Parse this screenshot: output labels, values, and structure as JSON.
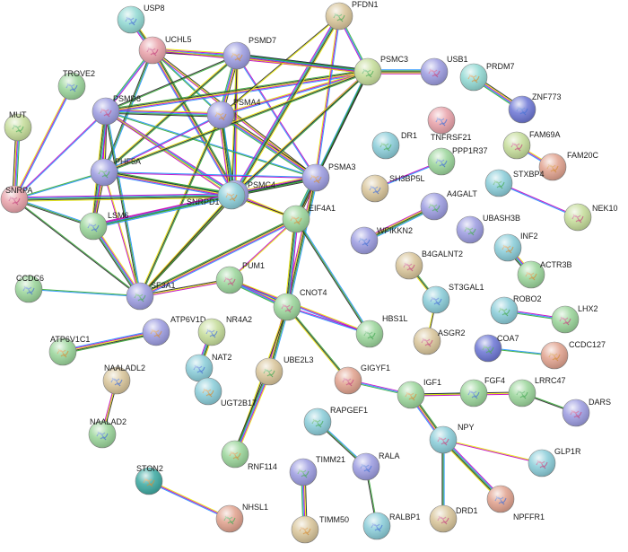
{
  "edge_colors": [
    "#e8e800",
    "#c000c0",
    "#2090ff",
    "#33aa33",
    "#222222"
  ],
  "node_colors": {
    "cyan": "#8fd8d2",
    "pink": "#e8a0a8",
    "blue": "#9a9ae0",
    "tan": "#d8c498",
    "lime": "#c4dc98",
    "green": "#98d498",
    "teal": "#88ccd8",
    "salmon": "#e0a08c",
    "darkblue": "#6a74d4",
    "darkteal": "#3aa8a0"
  },
  "nodes": [
    {
      "id": "USP8",
      "color": "cyan"
    },
    {
      "id": "PFDN1",
      "color": "tan"
    },
    {
      "id": "UCHL5",
      "color": "pink"
    },
    {
      "id": "PSMD7",
      "color": "blue"
    },
    {
      "id": "TROVE2",
      "color": "green"
    },
    {
      "id": "PSMC3",
      "color": "lime"
    },
    {
      "id": "USB1",
      "color": "blue"
    },
    {
      "id": "PRDM7",
      "color": "cyan"
    },
    {
      "id": "ZNF773",
      "color": "darkblue"
    },
    {
      "id": "MUT",
      "color": "lime"
    },
    {
      "id": "PSMD8",
      "color": "blue"
    },
    {
      "id": "PSMA4",
      "color": "blue"
    },
    {
      "id": "TNFRSF21",
      "color": "pink"
    },
    {
      "id": "DR1",
      "color": "teal"
    },
    {
      "id": "FAM69A",
      "color": "lime"
    },
    {
      "id": "FAM20C",
      "color": "salmon"
    },
    {
      "id": "PPP1R37",
      "color": "green"
    },
    {
      "id": "PHF5A",
      "color": "blue"
    },
    {
      "id": "PSMC4",
      "color": "blue"
    },
    {
      "id": "PSMA3",
      "color": "blue"
    },
    {
      "id": "SH3BP5L",
      "color": "tan"
    },
    {
      "id": "STXBP4",
      "color": "teal"
    },
    {
      "id": "SNRPA",
      "color": "pink"
    },
    {
      "id": "SNRPD1",
      "color": "teal"
    },
    {
      "id": "LSM6",
      "color": "green"
    },
    {
      "id": "A4GALT",
      "color": "blue"
    },
    {
      "id": "NEK10",
      "color": "lime"
    },
    {
      "id": "EIF4A1",
      "color": "green"
    },
    {
      "id": "WFIKKN2",
      "color": "blue"
    },
    {
      "id": "UBASH3B",
      "color": "blue"
    },
    {
      "id": "B4GALNT2",
      "color": "tan"
    },
    {
      "id": "INF2",
      "color": "teal"
    },
    {
      "id": "CCDC6",
      "color": "green"
    },
    {
      "id": "SF3A1",
      "color": "blue"
    },
    {
      "id": "PUM1",
      "color": "green"
    },
    {
      "id": "ACTR3B",
      "color": "green"
    },
    {
      "id": "ST3GAL1",
      "color": "teal"
    },
    {
      "id": "ROBO2",
      "color": "teal"
    },
    {
      "id": "CNOT4",
      "color": "green"
    },
    {
      "id": "ATP6V1D",
      "color": "blue"
    },
    {
      "id": "NR4A2",
      "color": "lime"
    },
    {
      "id": "HBS1L",
      "color": "green"
    },
    {
      "id": "LHX2",
      "color": "green"
    },
    {
      "id": "ATP6V1C1",
      "color": "green"
    },
    {
      "id": "NAT2",
      "color": "teal"
    },
    {
      "id": "COA7",
      "color": "darkblue"
    },
    {
      "id": "ASGR2",
      "color": "tan"
    },
    {
      "id": "CCDC127",
      "color": "salmon"
    },
    {
      "id": "NAALADL2",
      "color": "tan"
    },
    {
      "id": "UBE2L3",
      "color": "tan"
    },
    {
      "id": "GIGYF1",
      "color": "salmon"
    },
    {
      "id": "IGF1",
      "color": "green"
    },
    {
      "id": "FGF4",
      "color": "green"
    },
    {
      "id": "LRRC47",
      "color": "green"
    },
    {
      "id": "DARS",
      "color": "blue"
    },
    {
      "id": "UGT2B17",
      "color": "teal"
    },
    {
      "id": "NAALAD2",
      "color": "green"
    },
    {
      "id": "RAPGEF1",
      "color": "teal"
    },
    {
      "id": "NPY",
      "color": "teal"
    },
    {
      "id": "RNF114",
      "color": "green"
    },
    {
      "id": "RALA",
      "color": "blue"
    },
    {
      "id": "TIMM21",
      "color": "blue"
    },
    {
      "id": "GLP1R",
      "color": "teal"
    },
    {
      "id": "STON2",
      "color": "darkteal"
    },
    {
      "id": "NPFFR1",
      "color": "salmon"
    },
    {
      "id": "NHSL1",
      "color": "salmon"
    },
    {
      "id": "DRD1",
      "color": "tan"
    },
    {
      "id": "TIMM50",
      "color": "tan"
    },
    {
      "id": "RALBP1",
      "color": "teal"
    }
  ],
  "edges": [
    [
      "UCHL5",
      "PSMD7"
    ],
    [
      "UCHL5",
      "PSMD8"
    ],
    [
      "UCHL5",
      "PSMA4"
    ],
    [
      "UCHL5",
      "PSMC4"
    ],
    [
      "UCHL5",
      "PSMA3"
    ],
    [
      "UCHL5",
      "PSMC3"
    ],
    [
      "UCHL5",
      "USP8"
    ],
    [
      "UCHL5",
      "PHF5A"
    ],
    [
      "PSMD7",
      "PSMD8"
    ],
    [
      "PSMD7",
      "PSMA4"
    ],
    [
      "PSMD7",
      "PSMC4"
    ],
    [
      "PSMD7",
      "PSMA3"
    ],
    [
      "PSMD7",
      "PSMC3"
    ],
    [
      "PSMD7",
      "PHF5A"
    ],
    [
      "PSMD7",
      "SNRPD1"
    ],
    [
      "PSMD8",
      "PSMA4"
    ],
    [
      "PSMD8",
      "PSMC4"
    ],
    [
      "PSMD8",
      "PSMA3"
    ],
    [
      "PSMD8",
      "PSMC3"
    ],
    [
      "PSMD8",
      "PHF5A"
    ],
    [
      "PSMD8",
      "SNRPD1"
    ],
    [
      "PSMD8",
      "LSM6"
    ],
    [
      "PSMD8",
      "SF3A1"
    ],
    [
      "PSMA4",
      "PSMC4"
    ],
    [
      "PSMA4",
      "PSMA3"
    ],
    [
      "PSMA4",
      "PSMC3"
    ],
    [
      "PSMA4",
      "PHF5A"
    ],
    [
      "PSMA4",
      "SNRPD1"
    ],
    [
      "PSMA4",
      "SF3A1"
    ],
    [
      "PSMA4",
      "PFDN1"
    ],
    [
      "PSMC4",
      "PSMA3"
    ],
    [
      "PSMC4",
      "PSMC3"
    ],
    [
      "PSMC4",
      "PHF5A"
    ],
    [
      "PSMC4",
      "SNRPD1"
    ],
    [
      "PSMC4",
      "SF3A1"
    ],
    [
      "PSMC4",
      "EIF4A1"
    ],
    [
      "PSMC4",
      "PFDN1"
    ],
    [
      "PSMA3",
      "PSMC3"
    ],
    [
      "PSMA3",
      "SNRPD1"
    ],
    [
      "PSMA3",
      "EIF4A1"
    ],
    [
      "PSMA3",
      "PFDN1"
    ],
    [
      "PSMA3",
      "PHF5A"
    ],
    [
      "PSMA3",
      "CNOT4"
    ],
    [
      "PSMC3",
      "PHF5A"
    ],
    [
      "PSMC3",
      "SNRPD1"
    ],
    [
      "PSMC3",
      "PSMD7"
    ],
    [
      "PSMC3",
      "PFDN1"
    ],
    [
      "PHF5A",
      "SNRPA"
    ],
    [
      "PHF5A",
      "SNRPD1"
    ],
    [
      "PHF5A",
      "LSM6"
    ],
    [
      "PHF5A",
      "SF3A1"
    ],
    [
      "SNRPA",
      "SNRPD1"
    ],
    [
      "SNRPA",
      "LSM6"
    ],
    [
      "SNRPA",
      "SF3A1"
    ],
    [
      "SNRPA",
      "MUT"
    ],
    [
      "SNRPA",
      "TROVE2"
    ],
    [
      "SNRPA",
      "PSMD8"
    ],
    [
      "SNRPD1",
      "LSM6"
    ],
    [
      "SNRPD1",
      "SF3A1"
    ],
    [
      "SNRPD1",
      "EIF4A1"
    ],
    [
      "LSM6",
      "SF3A1"
    ],
    [
      "LSM6",
      "PSMC4"
    ],
    [
      "SF3A1",
      "CCDC6"
    ],
    [
      "SF3A1",
      "EIF4A1"
    ],
    [
      "SF3A1",
      "PUM1"
    ],
    [
      "EIF4A1",
      "PUM1"
    ],
    [
      "EIF4A1",
      "CNOT4"
    ],
    [
      "EIF4A1",
      "HBS1L"
    ],
    [
      "EIF4A1",
      "PSMC3"
    ],
    [
      "PUM1",
      "CNOT4"
    ],
    [
      "PUM1",
      "HBS1L"
    ],
    [
      "CNOT4",
      "HBS1L"
    ],
    [
      "CNOT4",
      "UBE2L3"
    ],
    [
      "CNOT4",
      "GIGYF1"
    ],
    [
      "CNOT4",
      "RNF114"
    ],
    [
      "UBE2L3",
      "RNF114"
    ],
    [
      "GIGYF1",
      "IGF1"
    ],
    [
      "IGF1",
      "FGF4"
    ],
    [
      "IGF1",
      "NPY"
    ],
    [
      "IGF1",
      "LRRC47"
    ],
    [
      "NPY",
      "GLP1R"
    ],
    [
      "NPY",
      "NPFFR1"
    ],
    [
      "NPY",
      "DRD1"
    ],
    [
      "LRRC47",
      "DARS"
    ],
    [
      "PRDM7",
      "ZNF773"
    ],
    [
      "FAM69A",
      "FAM20C"
    ],
    [
      "STXBP4",
      "NEK10"
    ],
    [
      "A4GALT",
      "WFIKKN2"
    ],
    [
      "B4GALNT2",
      "ST3GAL1"
    ],
    [
      "ST3GAL1",
      "ASGR2"
    ],
    [
      "INF2",
      "ACTR3B"
    ],
    [
      "ROBO2",
      "LHX2"
    ],
    [
      "COA7",
      "CCDC127"
    ],
    [
      "ATP6V1D",
      "ATP6V1C1"
    ],
    [
      "NAALADL2",
      "NAALAD2"
    ],
    [
      "NAT2",
      "UGT2B17"
    ],
    [
      "NAT2",
      "NR4A2"
    ],
    [
      "RAPGEF1",
      "RALA"
    ],
    [
      "RALA",
      "RALBP1"
    ],
    [
      "TIMM21",
      "TIMM50"
    ],
    [
      "STON2",
      "NHSL1"
    ],
    [
      "SH3BP5L",
      "PPP1R37"
    ],
    [
      "PSMC3",
      "USB1"
    ]
  ]
}
